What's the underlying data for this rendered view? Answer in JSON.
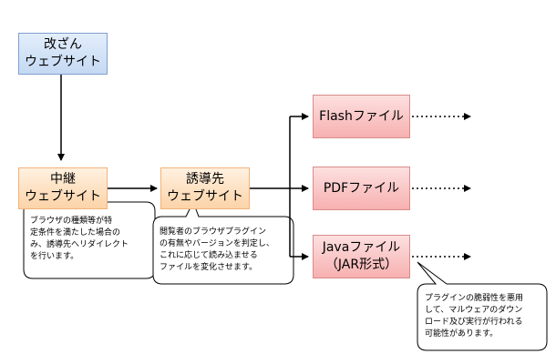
{
  "nodes": {
    "tampered_site": [
      "改ざん",
      "ウェブサイト"
    ],
    "relay_site": [
      "中継",
      "ウェブサイト"
    ],
    "redirect_site": [
      "誘導先",
      "ウェブサイト"
    ],
    "flash_file": [
      "Flashファイル"
    ],
    "pdf_file": [
      "PDFファイル"
    ],
    "java_file": [
      "Javaファイル",
      "（JAR形式）"
    ]
  },
  "callouts": {
    "relay_note": [
      "ブラウザの種類等が特",
      "定条件を満たした場合の",
      "み、誘導先へリダイレクト",
      "を行います。"
    ],
    "redirect_note": [
      "閲覧者のブラウザプラグイン",
      "の有無やバージョンを判定し、",
      "これに応じて読み込ませる",
      "ファイルを変化させます。"
    ],
    "java_note": [
      "プラグインの脆弱性を悪用",
      "して、マルウェアのダウン",
      "ロード及び実行が行われる",
      "可能性があります。"
    ]
  }
}
